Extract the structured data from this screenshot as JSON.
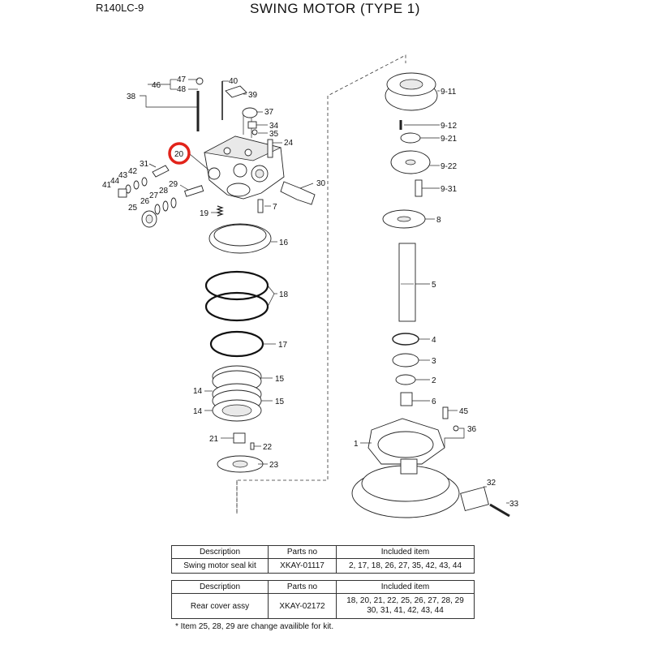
{
  "header": {
    "model": "R140LC-9",
    "title": "SWING MOTOR (TYPE 1)"
  },
  "highlight": {
    "part": "20",
    "color": "#e2231a"
  },
  "labels": {
    "l47": "47",
    "l46": "46",
    "l48": "48",
    "l38": "38",
    "l40": "40",
    "l39": "39",
    "l37": "37",
    "l34": "34",
    "l35": "35",
    "l24": "24",
    "l20": "20",
    "l31": "31",
    "l42": "42",
    "l43": "43",
    "l44": "44",
    "l41": "41",
    "l29": "29",
    "l28": "28",
    "l27": "27",
    "l26": "26",
    "l25": "25",
    "l30": "30",
    "l7": "7",
    "l19": "19",
    "l16": "16",
    "l18": "18",
    "l17": "17",
    "l15a": "15",
    "l14a": "14",
    "l15b": "15",
    "l14b": "14",
    "l21": "21",
    "l22": "22",
    "l23": "23",
    "l911": "9-11",
    "l912": "9-12",
    "l921": "9-21",
    "l922": "9-22",
    "l931": "9-31",
    "l8": "8",
    "l5": "5",
    "l4": "4",
    "l3": "3",
    "l2": "2",
    "l6": "6",
    "l45": "45",
    "l36": "36",
    "l1": "1",
    "l32": "32",
    "l33": "33"
  },
  "tables": [
    {
      "headers": [
        "Description",
        "Parts no",
        "Included item"
      ],
      "rows": [
        [
          "Swing motor seal kit",
          "XKAY-01117",
          "2, 17, 18, 26, 27, 35, 42, 43, 44"
        ]
      ]
    },
    {
      "headers": [
        "Description",
        "Parts no",
        "Included item"
      ],
      "rows": [
        [
          "Rear cover assy",
          "XKAY-02172",
          "18, 20, 21, 22, 25, 26, 27, 28, 29\n30, 31, 41, 42, 43, 44"
        ]
      ]
    }
  ],
  "footnote": "* Item 25, 28, 29 are change availible for kit."
}
